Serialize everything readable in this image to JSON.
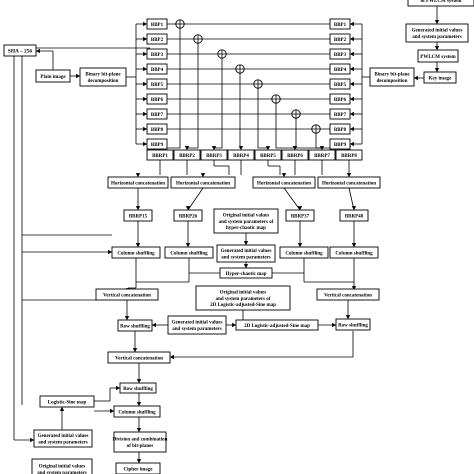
{
  "labels": {
    "pwlcm_system": "of PWLCM system",
    "gen_params_top": [
      "Generated initial values",
      "and system parameters"
    ],
    "pwlcm": "PWLCM system",
    "key_image": "Key image",
    "sha": "SHA – 256",
    "plain_image": "Plain image",
    "bitplane_left": [
      "Binary bit-plane",
      "decomposition"
    ],
    "bitplane_right": [
      "Binary bit-plane",
      "decomposition"
    ],
    "bbp": [
      "BBP1",
      "BBP2",
      "BBP3",
      "BBP4",
      "BBP5",
      "BBP6",
      "BBP7",
      "BBP8",
      "BBP9"
    ],
    "bbrp": [
      "BBRP1",
      "BBRP2",
      "BBRP3",
      "BBRP4",
      "BBRP5",
      "BBRP6",
      "BBRP7",
      "BBRP8"
    ],
    "hconcat": "Horizontal concatenation",
    "mid_bbrp": [
      "BBRP15",
      "BBRP26",
      "BBRP37",
      "BBRP48"
    ],
    "orig_hyper": [
      "Original initial values",
      "and system parameters of",
      "hyper-chaotic map"
    ],
    "gen_params": [
      "Generated initial values",
      "and system parameters"
    ],
    "col_shuffle": "Column shuffling",
    "hyper_map": "Hyper-chaotic map",
    "vconcat": "Vertical concatenation",
    "orig_2dlas": [
      "Original initial values",
      "and system parameters of",
      "2D Logistic-adjusted-Sine map"
    ],
    "row_shuffle": "Row shuffling",
    "map_2dlas": "2D Logistic-adjusted-Sine map",
    "logistic_sine": "Logistic-Sine map",
    "division": [
      "Division and combination",
      "of bit-planes"
    ],
    "cipher": "Cipher image",
    "orig_bottom": [
      "Original initial values",
      "and system parameters"
    ]
  }
}
